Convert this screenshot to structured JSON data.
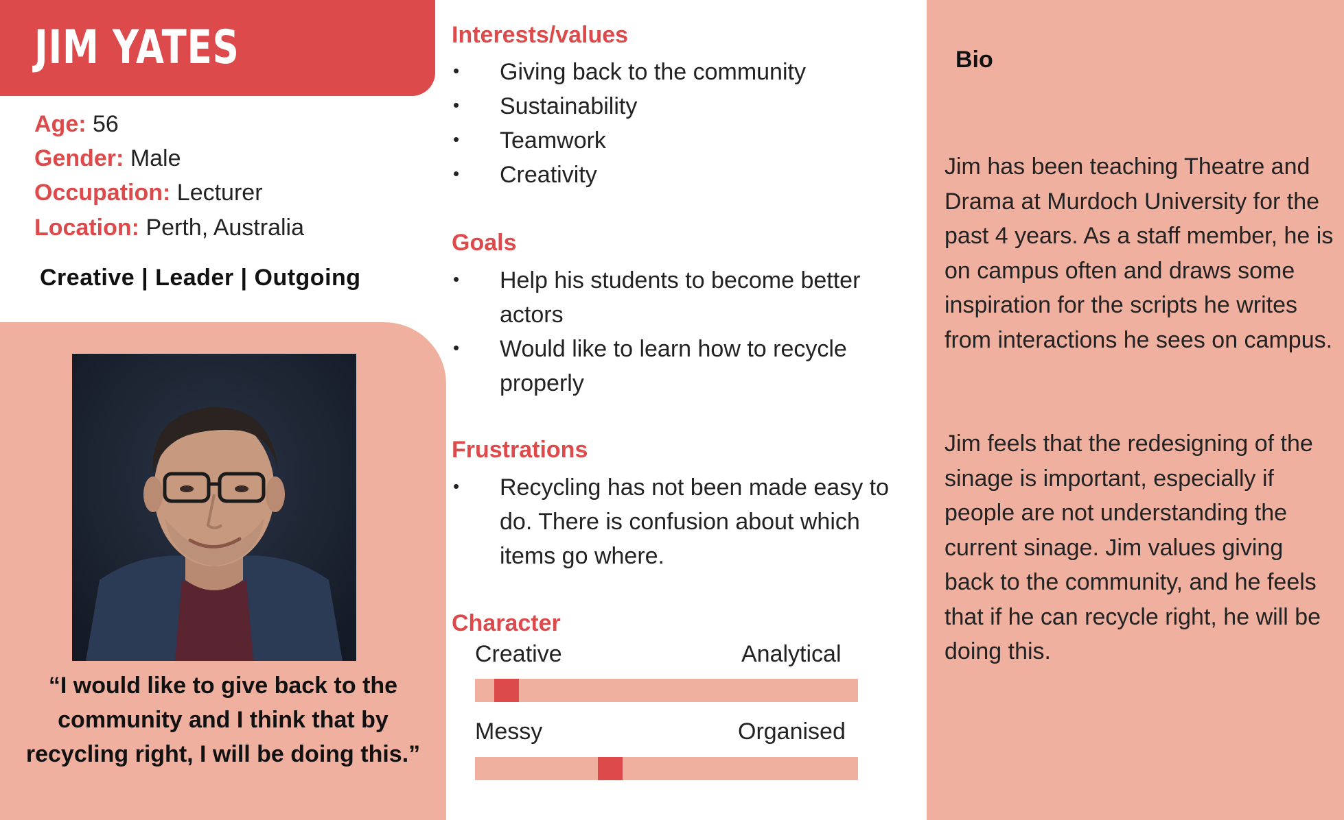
{
  "persona": {
    "name": "JIM YATES",
    "details": [
      {
        "label": "Age:",
        "value": "56"
      },
      {
        "label": "Gender:",
        "value": "Male"
      },
      {
        "label": "Occupation:",
        "value": "Lecturer"
      },
      {
        "label": "Location:",
        "value": "Perth, Australia"
      }
    ],
    "traits": "Creative | Leader | Outgoing",
    "quote": "“I would like to give back to the community and I think that by recycling right, I will be doing this.”"
  },
  "interests": {
    "title": "Interests/values",
    "items": [
      "Giving back to the community",
      "Sustainability",
      "Teamwork",
      "Creativity"
    ]
  },
  "goals": {
    "title": "Goals",
    "items": [
      "Help his students to become better actors",
      "Would like to learn how to recycle properly"
    ]
  },
  "frustrations": {
    "title": "Frustrations",
    "items": [
      "Recycling has not been made easy to do. There is confusion about which items go where."
    ]
  },
  "character": {
    "title": "Character",
    "scales": [
      {
        "left": "Creative",
        "right": "Analytical",
        "level": 0.05
      },
      {
        "left": "Messy",
        "right": "Organised",
        "level": 0.32
      }
    ]
  },
  "bio": {
    "title": "Bio",
    "paragraphs": [
      "Jim has been teaching Theatre and Drama at Murdoch University for the past 4 years. As a staff member, he is on campus often and draws some inspiration for the scripts he writes from interactions he sees on campus.",
      "Jim feels that the redesigning of the sinage is important, especially if people are not understanding the current sinage. Jim values giving back to the community, and he feels that if he can recycle right, he will be doing this."
    ]
  },
  "colors": {
    "accent": "#dc4a4b",
    "panel": "#f0b0a0",
    "card": "#ffffff"
  }
}
